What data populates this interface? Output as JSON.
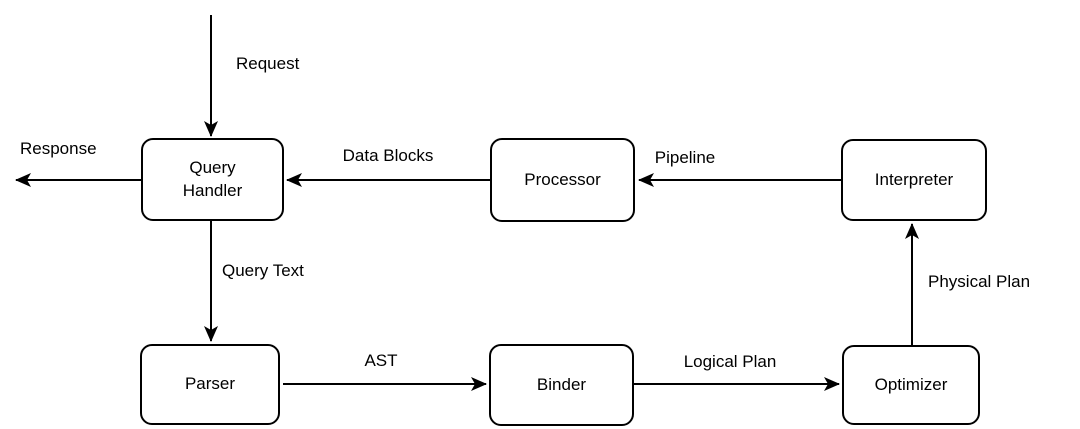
{
  "diagram": {
    "type": "flowchart",
    "colors": {
      "stroke": "#000000",
      "node_fill": "#ffffff",
      "background": "#ffffff",
      "text": "#000000"
    },
    "nodes": {
      "query_handler": {
        "label": "Query Handler"
      },
      "processor": {
        "label": "Processor"
      },
      "interpreter": {
        "label": "Interpreter"
      },
      "parser": {
        "label": "Parser"
      },
      "binder": {
        "label": "Binder"
      },
      "optimizer": {
        "label": "Optimizer"
      }
    },
    "edges": {
      "request": {
        "label": "Request",
        "from": "external",
        "to": "query_handler",
        "direction": "down"
      },
      "response": {
        "label": "Response",
        "from": "query_handler",
        "to": "external",
        "direction": "left"
      },
      "data_blocks": {
        "label": "Data Blocks",
        "from": "processor",
        "to": "query_handler",
        "direction": "left"
      },
      "pipeline": {
        "label": "Pipeline",
        "from": "interpreter",
        "to": "processor",
        "direction": "left"
      },
      "query_text": {
        "label": "Query Text",
        "from": "query_handler",
        "to": "parser",
        "direction": "down"
      },
      "ast": {
        "label": "AST",
        "from": "parser",
        "to": "binder",
        "direction": "right"
      },
      "logical_plan": {
        "label": "Logical Plan",
        "from": "binder",
        "to": "optimizer",
        "direction": "right"
      },
      "physical_plan": {
        "label": "Physical Plan",
        "from": "optimizer",
        "to": "interpreter",
        "direction": "up"
      }
    }
  }
}
